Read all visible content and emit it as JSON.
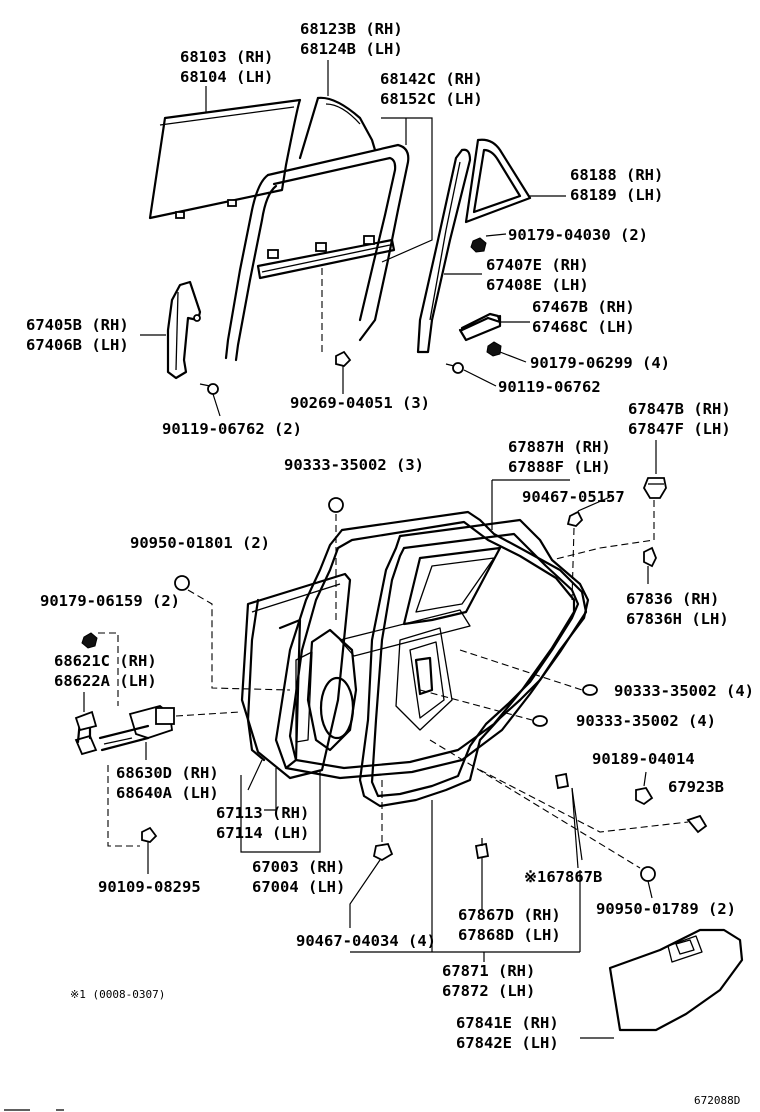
{
  "labels": {
    "l68123": [
      "68123B (RH)",
      "68124B (LH)"
    ],
    "l68103": [
      "68103 (RH)",
      "68104 (LH)"
    ],
    "l68142": [
      "68142C (RH)",
      "68152C (LH)"
    ],
    "l68188": [
      "68188 (RH)",
      "68189 (LH)"
    ],
    "l90179_04030": "90179-04030 (2)",
    "l67407": [
      "67407E (RH)",
      "67408E (LH)"
    ],
    "l67405": [
      "67405B (RH)",
      "67406B (LH)"
    ],
    "l67467": [
      "67467B (RH)",
      "67468C (LH)"
    ],
    "l90179_06299": "90179-06299 (4)",
    "l90119_06762_r": "90119-06762",
    "l90269": "90269-04051 (3)",
    "l90119_06762_l": "90119-06762 (2)",
    "l67847": [
      "67847B (RH)",
      "67847F (LH)"
    ],
    "l90333_top": "90333-35002 (3)",
    "l67887": [
      "67887H (RH)",
      "67888F (LH)"
    ],
    "l90467_05157": "90467-05157",
    "l90950_01801": "90950-01801 (2)",
    "l90179_06159": "90179-06159 (2)",
    "l67836": [
      "67836  (RH)",
      "67836H (LH)"
    ],
    "l68621": [
      "68621C (RH)",
      "68622A (LH)"
    ],
    "l90333_mid1": "90333-35002 (4)",
    "l90333_mid2": "90333-35002 (4)",
    "l90189": "90189-04014",
    "l67923": "67923B",
    "l68630": [
      "68630D (RH)",
      "68640A (LH)"
    ],
    "l67113": [
      "67113 (RH)",
      "67114 (LH)"
    ],
    "l67003": [
      "67003 (RH)",
      "67004 (LH)"
    ],
    "l167867": "※167867B",
    "l90109": "90109-08295",
    "l90950_01789": "90950-01789 (2)",
    "l67867": [
      "67867D (RH)",
      "67868D (LH)"
    ],
    "l90467_04034": "90467-04034 (4)",
    "l67871": [
      "67871 (RH)",
      "67872 (LH)"
    ],
    "l67841": [
      "67841E (RH)",
      "67842E (LH)"
    ],
    "footnote": "※1 (0008-0307)",
    "drawing_no": "672088D"
  }
}
